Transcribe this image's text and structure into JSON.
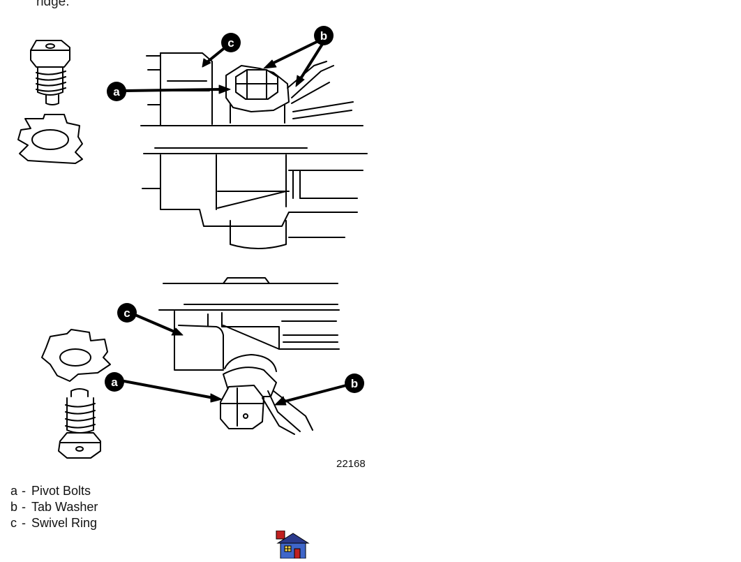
{
  "page": {
    "top_text": "ridge.",
    "figure_id": "22168"
  },
  "callouts": {
    "a": "a",
    "b": "b",
    "c": "c"
  },
  "legend": [
    {
      "key": "a",
      "sep": "-",
      "label": "Pivot Bolts"
    },
    {
      "key": "b",
      "sep": "-",
      "label": "Tab Washer"
    },
    {
      "key": "c",
      "sep": "-",
      "label": "Swivel Ring"
    }
  ],
  "nav": {
    "home_icon": "house-icon"
  }
}
